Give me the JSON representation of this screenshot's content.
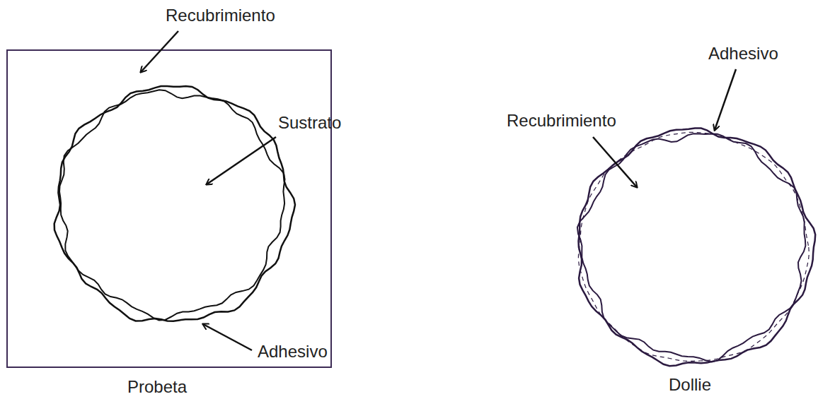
{
  "diagram": {
    "labels": [
      "Recubrimiento",
      "Sustrato",
      "Adhesivo",
      "Probeta",
      "Adhesivo",
      "Recubrimiento",
      "Dollie"
    ]
  }
}
